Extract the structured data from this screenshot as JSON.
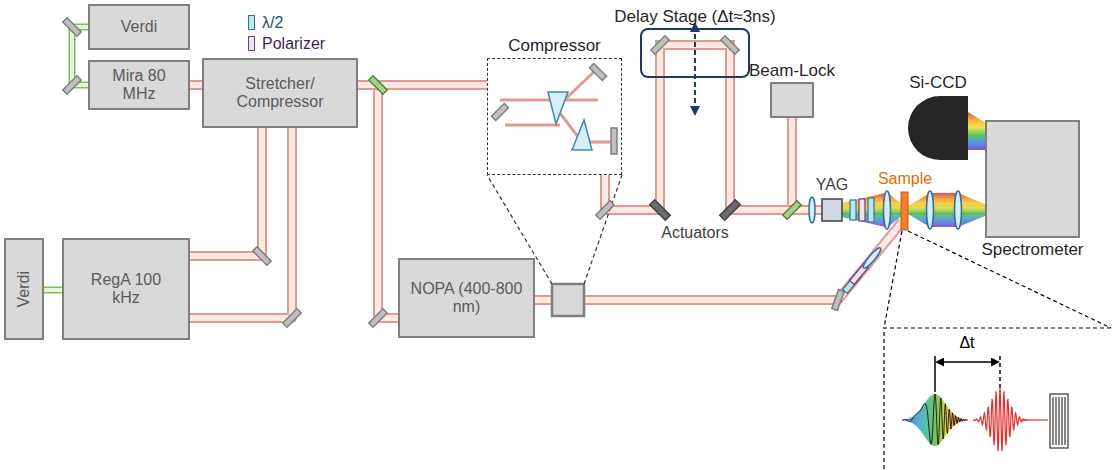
{
  "diagram": {
    "nodes": [
      {
        "text": [
          "Verdi"
        ]
      },
      {
        "text": [
          "Mira 80 MHz"
        ]
      },
      {
        "text": [
          "Stretcher/ Compressor"
        ]
      },
      {
        "text": [
          "Compressor"
        ]
      },
      {
        "text": [
          "Delay Stage (Δt≈3ns)"
        ]
      },
      {
        "text": [
          "Beam-Lock"
        ]
      },
      {
        "text": [
          "Si-CCD"
        ]
      },
      {
        "text": [
          "Verdi"
        ]
      },
      {
        "text": [
          "RegA 100 kHz"
        ]
      },
      {
        "text": [
          "NOPA (400-800 nm)"
        ]
      },
      {
        "text": [
          "Spectrometer"
        ]
      }
    ],
    "edges": [
      {
        "from": 0,
        "to": 1,
        "arrow": "none"
      },
      {
        "from": 7,
        "to": 8,
        "arrow": "none"
      },
      {
        "from": 1,
        "to": 2,
        "arrow": "none"
      },
      {
        "from": 2,
        "to": 8,
        "arrow": "none"
      },
      {
        "from": 8,
        "to": 2,
        "arrow": "none"
      },
      {
        "from": 2,
        "to": 9,
        "arrow": "none"
      },
      {
        "from": 2,
        "to": 3,
        "arrow": "none"
      },
      {
        "from": 3,
        "to": 4,
        "arrow": "none"
      },
      {
        "from": 4,
        "to": 5,
        "arrow": "none"
      },
      {
        "from": 4,
        "to": 10,
        "arrow": "none"
      }
    ],
    "labels": [
      "Actuators",
      "YAG",
      "Sample",
      "Δt"
    ],
    "legend": [
      {
        "text": "λ/2",
        "color": "#bfe4ee"
      },
      {
        "text": "Polarizer",
        "color": "#efe4f2"
      }
    ]
  }
}
